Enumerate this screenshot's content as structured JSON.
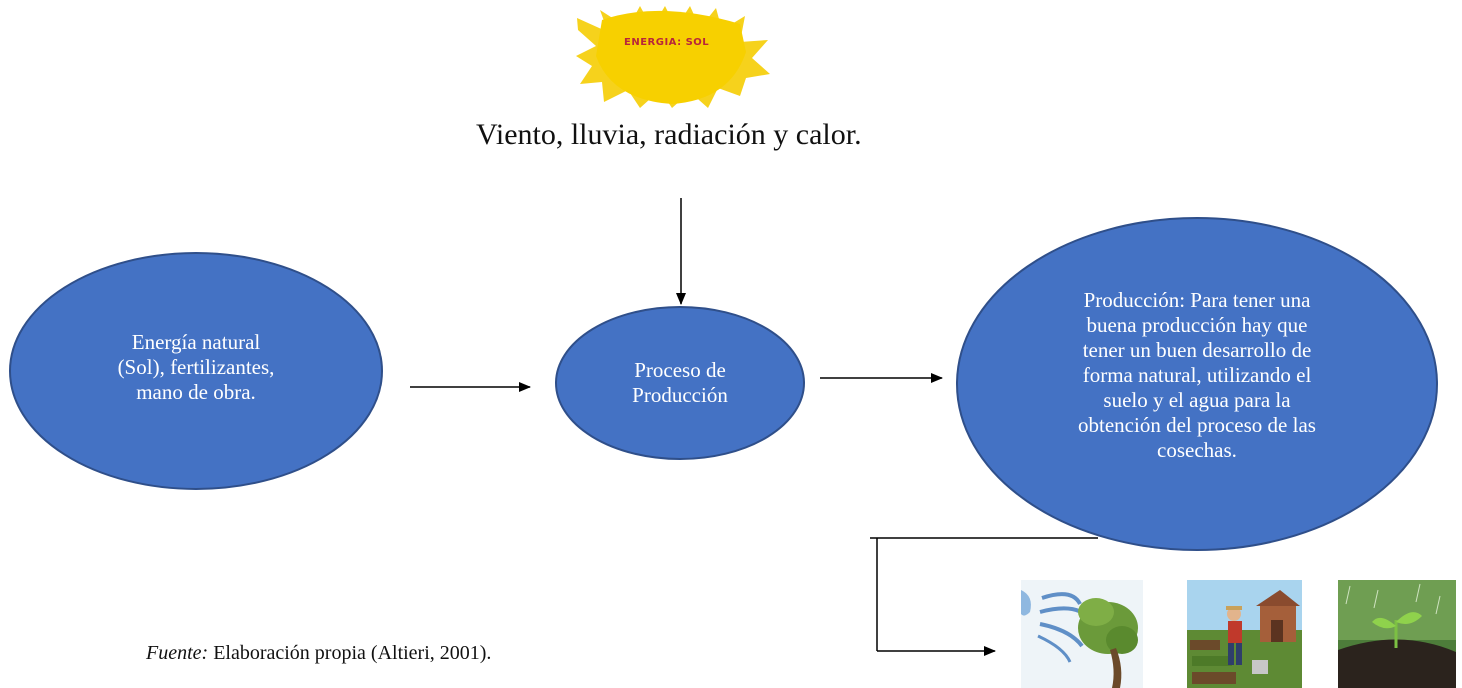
{
  "sun": {
    "label": "ENERGIA: SOL"
  },
  "caption": "Viento, lluvia, radiación y calor.",
  "nodes": {
    "inputs": "Energía natural\n(Sol), fertilizantes,\nmano de obra.",
    "process": "Proceso de\nProducción",
    "output": "Producción: Para tener una\nbuena producción hay que\ntener un buen desarrollo de\nforma natural, utilizando el\nsuelo y el agua para la\nobtención del proceso de las\ncosechas."
  },
  "source": {
    "prefix": "Fuente:",
    "text": " Elaboración propia (Altieri, 2001)."
  },
  "images": [
    "wind-tree-icon",
    "farmer-garden-icon",
    "sprout-rain-icon"
  ],
  "colors": {
    "node_fill": "#4472c4",
    "node_stroke": "#2f4f8a",
    "sun": "#f5cf1a"
  }
}
